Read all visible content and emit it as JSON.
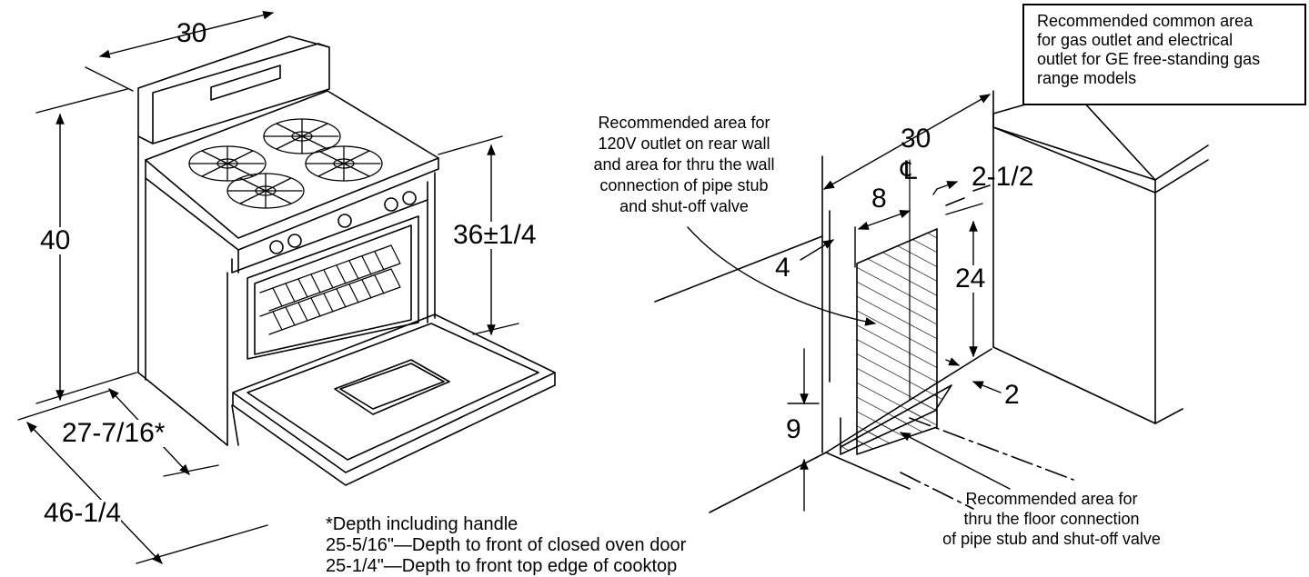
{
  "dimensions": {
    "range_width": "30",
    "range_height": "40",
    "cooktop_height": "36±1/4",
    "depth_with_handle": "27-7/16*",
    "depth_door_open": "46-1/4",
    "wall_width": "30",
    "centerline": "℄",
    "centerline_offset": "2-1/2",
    "area_width": "8",
    "side_gap": "4",
    "area_height": "24",
    "floor_gap": "2",
    "floor_height": "9"
  },
  "notes": {
    "depth_footnote": [
      "*Depth including handle",
      "25-5/16\"—Depth to front of closed oven door",
      "25-1/4\"—Depth to front top edge of cooktop"
    ],
    "common_area": [
      "Recommended common area",
      "for gas outlet and electrical",
      "outlet for GE free-standing gas",
      "range models"
    ],
    "wall_area": [
      "Recommended area for",
      "120V outlet on rear wall",
      "and area for thru the wall",
      "connection of pipe stub",
      "and shut-off valve"
    ],
    "floor_area": [
      "Recommended area for",
      "thru the floor connection",
      "of pipe stub and shut-off valve"
    ]
  },
  "colors": {
    "line": "#000000",
    "background": "#ffffff"
  }
}
